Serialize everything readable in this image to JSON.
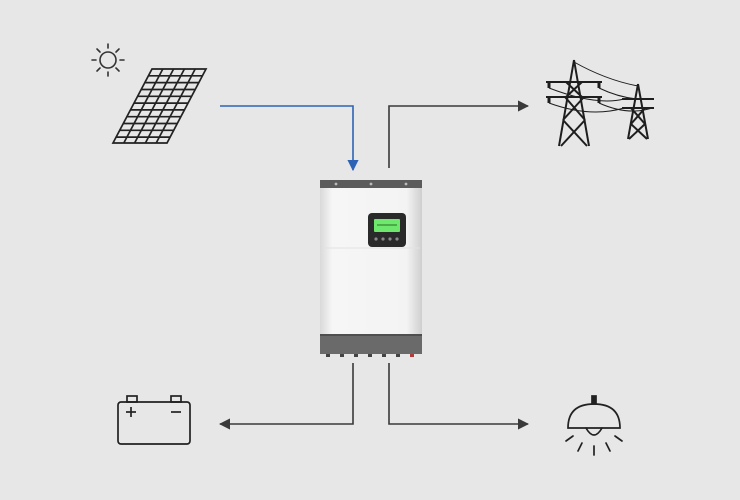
{
  "diagram": {
    "background": "#e7e7e7",
    "line_color": "#3a3a3a",
    "solar_flow_color": "#2d63b5",
    "lcd_color": "#6ee86c",
    "nodes": [
      {
        "id": "sun",
        "icon": "sun-icon"
      },
      {
        "id": "solar-panel",
        "icon": "solar-panel-icon"
      },
      {
        "id": "inverter",
        "icon": "hybrid-inverter-icon"
      },
      {
        "id": "power-grid",
        "icon": "transmission-tower-icon"
      },
      {
        "id": "battery",
        "icon": "battery-icon"
      },
      {
        "id": "load",
        "icon": "ceiling-lamp-icon"
      }
    ],
    "flows": [
      {
        "from": "solar-panel",
        "to": "inverter"
      },
      {
        "from": "inverter",
        "to": "power-grid"
      },
      {
        "from": "inverter",
        "to": "battery"
      },
      {
        "from": "inverter",
        "to": "load"
      }
    ]
  }
}
